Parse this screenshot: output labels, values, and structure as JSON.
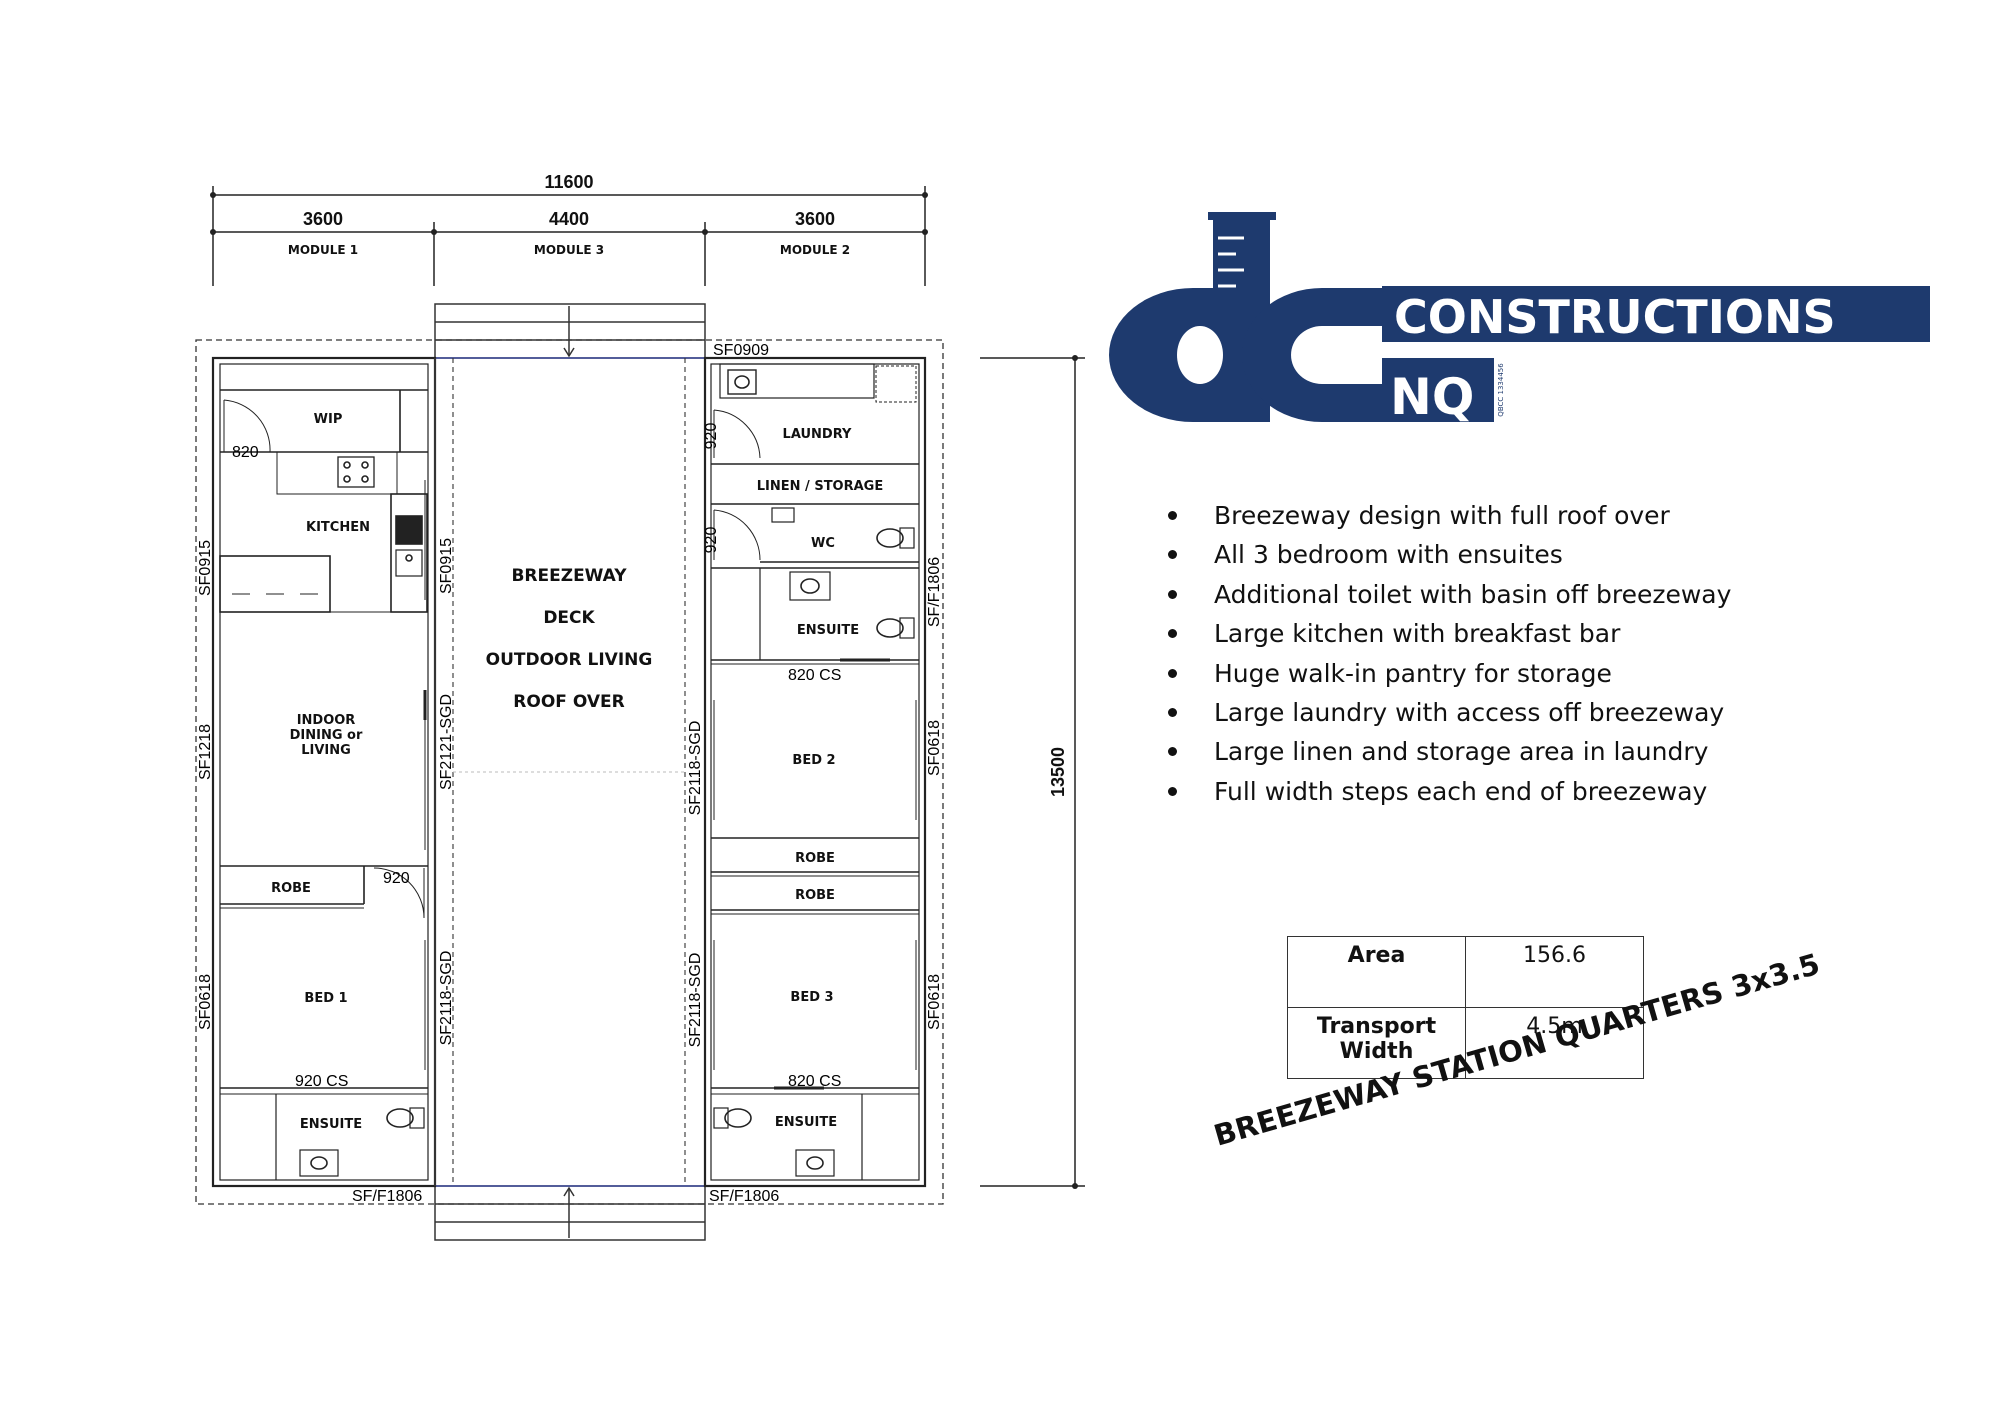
{
  "dimensions": {
    "overall_width": "11600",
    "module_widths": [
      "3600",
      "4400",
      "3600"
    ],
    "module_names": [
      "MODULE 1",
      "MODULE 3",
      "MODULE 2"
    ],
    "overall_length": "13500"
  },
  "rooms": {
    "wip": "WIP",
    "kitchen": "KITCHEN",
    "indoor_dining": [
      "INDOOR",
      "DINING or",
      "LIVING"
    ],
    "robe_left": "ROBE",
    "bed1": "BED 1",
    "ensuite_left": "ENSUITE",
    "breezeway": [
      "BREEZEWAY",
      "DECK",
      "OUTDOOR LIVING",
      "ROOF OVER"
    ],
    "laundry": "LAUNDRY",
    "linen": "LINEN / STORAGE",
    "wc": "WC",
    "ensuite_right_top": "ENSUITE",
    "bed2": "BED 2",
    "robe_right_1": "ROBE",
    "robe_right_2": "ROBE",
    "bed3": "BED 3",
    "ensuite_right_bottom": "ENSUITE"
  },
  "window_labels": {
    "sf0909": "SF0909",
    "sf0915_left": "SF0915",
    "sf0915_mid": "SF0915",
    "sf1218": "SF1218",
    "sf0618_left": "SF0618",
    "sf2121": "SF2121-SGD",
    "sf2118_left": "SF2118-SGD",
    "sf2118_right_top": "SF2118-SGD",
    "sf2118_right_bottom": "SF2118-SGD",
    "sff1806_right": "SF/F1806",
    "sf0618_right_top": "SF0618",
    "sf0618_right_bottom": "SF0618",
    "sff1806_bottom_left": "SF/F1806",
    "sff1806_bottom_right": "SF/F1806"
  },
  "door_labels": {
    "d820": "820",
    "d920_left": "920",
    "d920_cs": "920 CS",
    "d920_laundry": "920",
    "d920_wc": "920",
    "d820cs_top": "820 CS",
    "d820cs_bottom": "820 CS"
  },
  "logo": {
    "word1": "CONSTRUCTIONS",
    "word2": "NQ",
    "licence": "QBCC 1334456",
    "brand_color": "#1e3a6e"
  },
  "features": [
    "Breezeway design with full roof over",
    "All 3 bedroom with ensuites",
    "Additional toilet with basin off breezeway",
    "Large kitchen with breakfast bar",
    "Huge walk-in pantry for storage",
    "Large laundry with access off breezeway",
    "Large linen and storage area in laundry",
    "Full width steps each end of breezeway"
  ],
  "specs": {
    "area_label": "Area",
    "area_value": "156.6",
    "transport_label_1": "Transport",
    "transport_label_2": "Width",
    "transport_value": "4.5m"
  },
  "title": "BREEZEWAY STATION QUARTERS 3x3.5"
}
